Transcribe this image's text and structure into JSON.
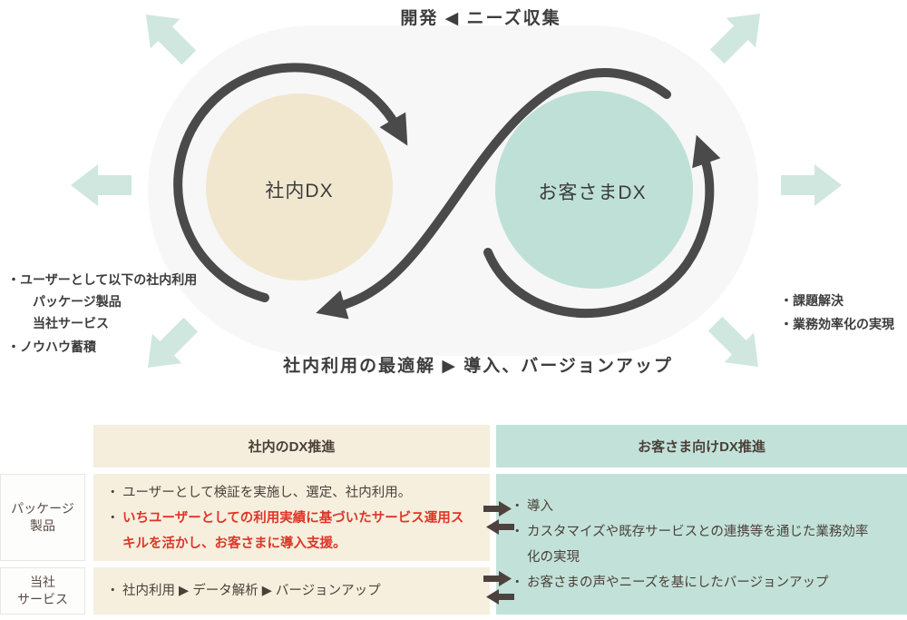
{
  "diagram": {
    "top_label": "開発 ◀ ニーズ収集",
    "bottom_label": "社内利用の最適解 ▶ 導入、バージョンアップ",
    "left_circle_label": "社内DX",
    "right_circle_label": "お客さまDX",
    "left_notes": {
      "item0": "・ユーザーとして以下の社内利用",
      "item1": "パッケージ製品",
      "item2": "当社サービス",
      "item3": "・ノウハウ蓄積"
    },
    "right_notes": {
      "item0": "・課題解決",
      "item1": "・業務効率化の実現"
    }
  },
  "table": {
    "header_left": "社内のDX推進",
    "header_right": "お客さま向けDX推進",
    "row1": {
      "label_line1": "パッケージ",
      "label_line2": "製品",
      "bullet": "・",
      "item0": "ユーザーとして検証を実施し、選定、社内利用。",
      "item1_red": "いちユーザーとしての利用実績に基づいたサービス運用スキルを活かし、お客さまに導入支援。"
    },
    "row2": {
      "label_line1": "当社",
      "label_line2": "サービス",
      "bullet": "・",
      "item0": "社内利用 ▶ データ解析 ▶ バージョンアップ"
    },
    "right_cell": {
      "bullet": "・",
      "item0": "導入",
      "item1": "カスタマイズや既存サービスとの連携等を通じた業務効率化の実現",
      "item2": "お客さまの声やニーズを基にしたバージョンアップ"
    }
  },
  "colors": {
    "stadium_bg": "#f7f7f7",
    "circle_beige": "#f1e7cf",
    "circle_teal": "#bfe0d6",
    "loop_stroke": "#4a4a4a",
    "outer_arrow_teal": "#cfe7df",
    "table_beige": "#f5eedd",
    "table_teal": "#c2e2d9",
    "exchange_arrow": "#4d423e",
    "red_text": "#dd3628",
    "dark_text": "#3d3d3d"
  }
}
